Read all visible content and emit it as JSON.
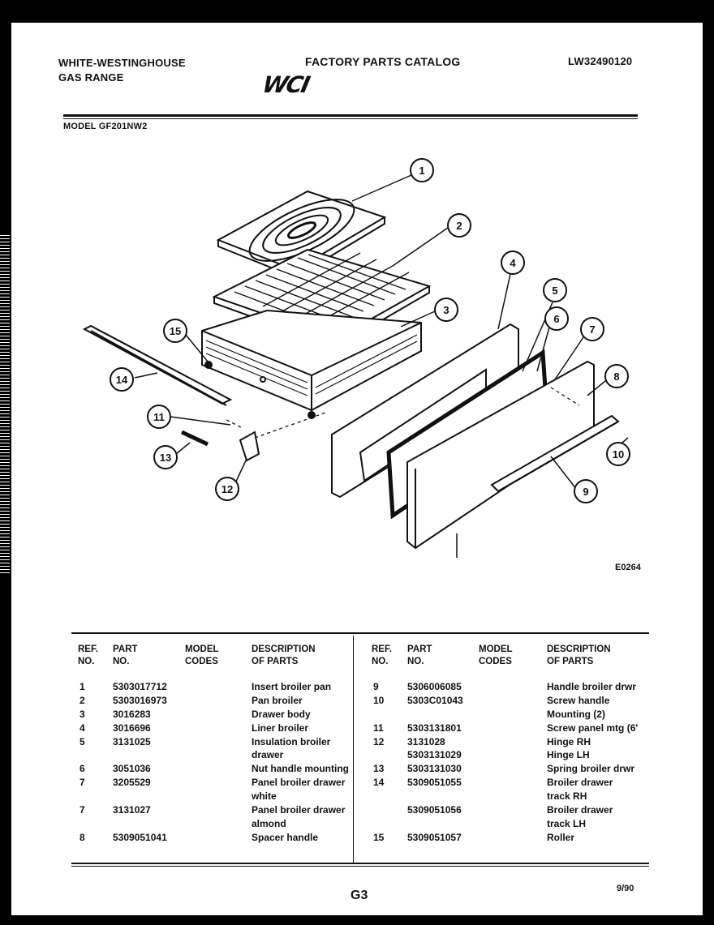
{
  "header": {
    "brand_line1": "WHITE-WESTINGHOUSE",
    "brand_line2": "GAS RANGE",
    "logo_text": "WCI",
    "catalog_title": "FACTORY PARTS CATALOG",
    "catalog_number": "LW32490120",
    "model": "MODEL GF201NW2"
  },
  "diagram": {
    "callouts": [
      "1",
      "2",
      "3",
      "4",
      "5",
      "6",
      "7",
      "8",
      "9",
      "10",
      "11",
      "12",
      "13",
      "14",
      "15"
    ],
    "figure_code": "E0264"
  },
  "table": {
    "headers": {
      "ref": "REF.\nNO.",
      "part": "PART\nNO.",
      "model": "MODEL\nCODES",
      "desc": "DESCRIPTION\nOF PARTS"
    },
    "left_rows": [
      {
        "ref": "1",
        "part": "5303017712",
        "model": "",
        "desc": "Insert broiler pan"
      },
      {
        "ref": "2",
        "part": "5303016973",
        "model": "",
        "desc": "Pan broiler"
      },
      {
        "ref": "3",
        "part": "3016283",
        "model": "",
        "desc": "Drawer body"
      },
      {
        "ref": "4",
        "part": "3016696",
        "model": "",
        "desc": "Liner broiler"
      },
      {
        "ref": "5",
        "part": "3131025",
        "model": "",
        "desc": "Insulation broiler"
      },
      {
        "ref": "",
        "part": "",
        "model": "",
        "desc": "drawer"
      },
      {
        "ref": "6",
        "part": "3051036",
        "model": "",
        "desc": "Nut handle mounting"
      },
      {
        "ref": "7",
        "part": "3205529",
        "model": "",
        "desc": "Panel broiler drawer"
      },
      {
        "ref": "",
        "part": "",
        "model": "",
        "desc": "white"
      },
      {
        "ref": "7",
        "part": "3131027",
        "model": "",
        "desc": "Panel broiler drawer"
      },
      {
        "ref": "",
        "part": "",
        "model": "",
        "desc": "almond"
      },
      {
        "ref": "8",
        "part": "5309051041",
        "model": "",
        "desc": "Spacer handle"
      }
    ],
    "right_rows": [
      {
        "ref": "9",
        "part": "5306006085",
        "model": "",
        "desc": "Handle broiler drwr"
      },
      {
        "ref": "10",
        "part": "5303C01043",
        "model": "",
        "desc": "Screw handle"
      },
      {
        "ref": "",
        "part": "",
        "model": "",
        "desc": "Mounting (2)"
      },
      {
        "ref": "11",
        "part": "5303131801",
        "model": "",
        "desc": "Screw panel mtg (6'"
      },
      {
        "ref": "12",
        "part": "3131028",
        "model": "",
        "desc": "Hinge RH"
      },
      {
        "ref": "",
        "part": "5303131029",
        "model": "",
        "desc": "Hinge LH"
      },
      {
        "ref": "13",
        "part": "5303131030",
        "model": "",
        "desc": "Spring broiler drwr"
      },
      {
        "ref": "14",
        "part": "5309051055",
        "model": "",
        "desc": "Broiler drawer"
      },
      {
        "ref": "",
        "part": "",
        "model": "",
        "desc": "track RH"
      },
      {
        "ref": "",
        "part": "5309051056",
        "model": "",
        "desc": "Broiler drawer"
      },
      {
        "ref": "",
        "part": "",
        "model": "",
        "desc": "track LH"
      },
      {
        "ref": "15",
        "part": "5309051057",
        "model": "",
        "desc": "Roller"
      }
    ]
  },
  "footer": {
    "page": "G3",
    "date": "9/90"
  }
}
